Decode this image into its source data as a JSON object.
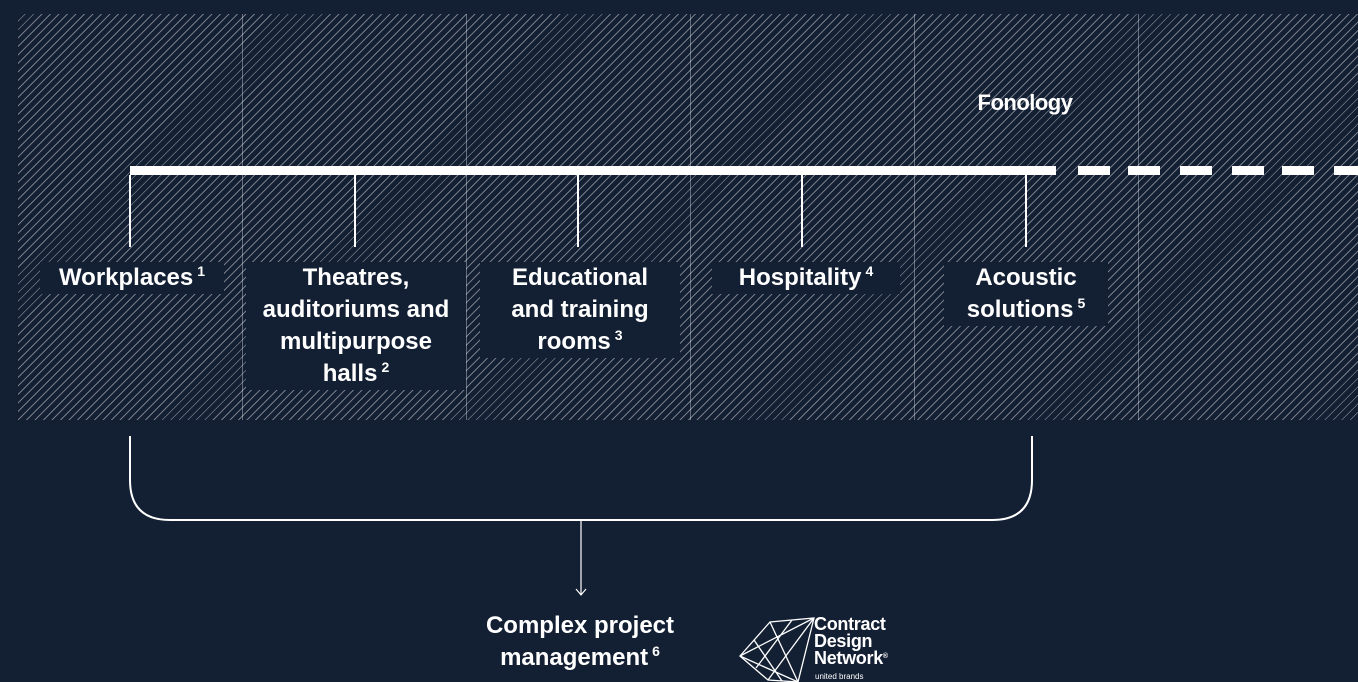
{
  "diagram": {
    "brand": "Fonology",
    "categories": [
      {
        "label": "Workplaces",
        "note": "1"
      },
      {
        "label": "Theatres,\nauditoriums and\nmultipurpose\nhalls",
        "note": "2"
      },
      {
        "label": "Educational\nand training\nrooms",
        "note": "3"
      },
      {
        "label": "Hospitality",
        "note": "4"
      },
      {
        "label": "Acoustic\nsolutions",
        "note": "5"
      }
    ],
    "outcome": {
      "label": "Complex project\nmanagement",
      "note": "6"
    }
  },
  "logo": {
    "line1": "Contract",
    "line2": "Design",
    "line3": "Network",
    "trademark": "®",
    "tagline": "united brands"
  },
  "colors": {
    "background": "#131f33",
    "foreground": "#ffffff"
  }
}
